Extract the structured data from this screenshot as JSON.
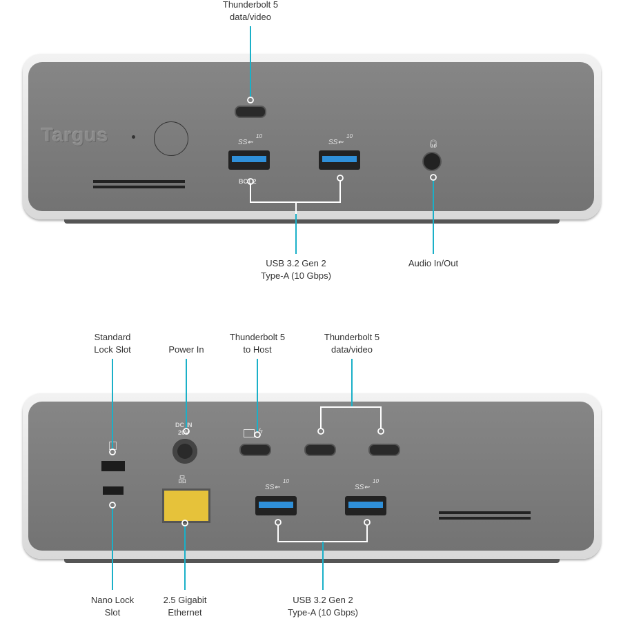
{
  "colors": {
    "callout": "#1ab0c8",
    "usb_blue": "#2f8fd8",
    "ethernet": "#e6c23a"
  },
  "front": {
    "brand": "Targus",
    "callouts": {
      "tb5": [
        "Thunderbolt 5",
        "data/video"
      ],
      "usb": [
        "USB 3.2 Gen 2",
        "Type-A (10 Gbps)"
      ],
      "audio": [
        "Audio In/Out"
      ]
    },
    "port_marks": {
      "usb_logo": "SS⇜",
      "usb_speed": "10",
      "bc": "BC1.2"
    }
  },
  "back": {
    "callouts": {
      "standard_lock": [
        "Standard",
        "Lock Slot"
      ],
      "power": [
        "Power In"
      ],
      "tb5_host": [
        "Thunderbolt 5",
        "to Host"
      ],
      "tb5_data": [
        "Thunderbolt 5",
        "data/video"
      ],
      "nano_lock": [
        "Nano Lock",
        "Slot"
      ],
      "ethernet": [
        "2.5 Gigabit",
        "Ethernet"
      ],
      "usb": [
        "USB 3.2 Gen 2",
        "Type-A (10 Gbps)"
      ]
    },
    "port_marks": {
      "dc_in": "DC IN",
      "voltage": "20V",
      "usb_logo": "SS⇜",
      "usb_speed": "10"
    }
  }
}
